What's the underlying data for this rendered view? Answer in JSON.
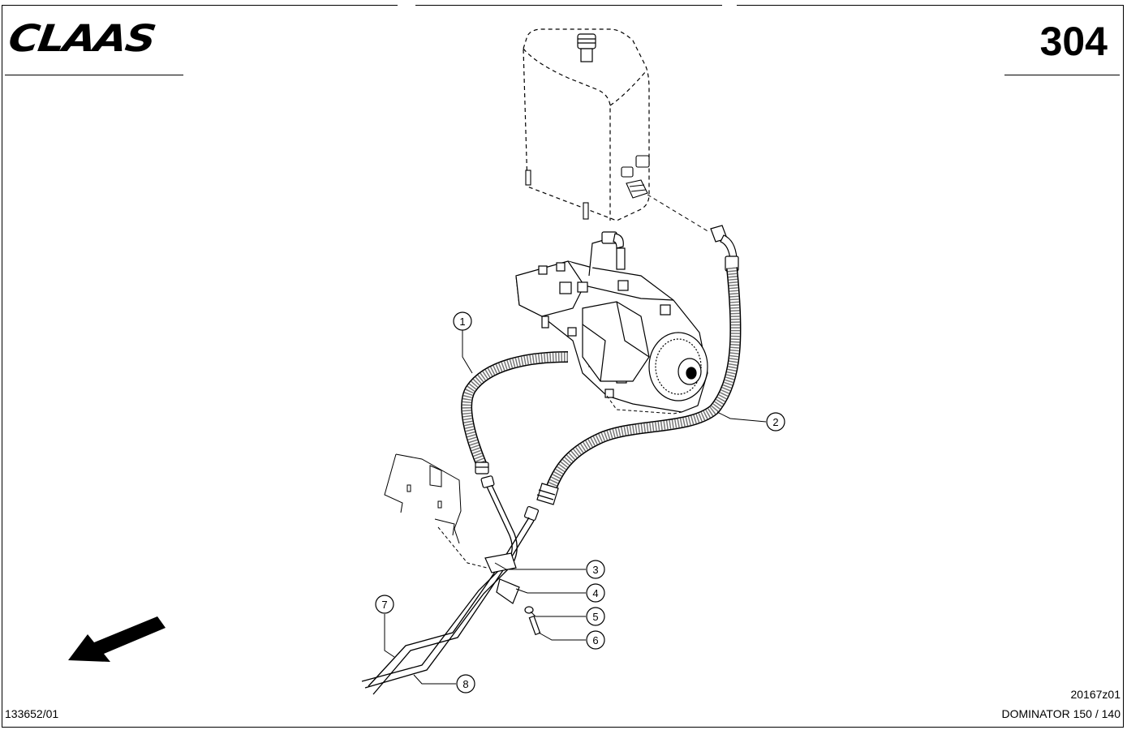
{
  "header": {
    "brand": "CLAAS",
    "page_number": "304"
  },
  "footer": {
    "doc_number": "133652/01",
    "drawing_id": "20167z01",
    "model": "DOMINATOR 150 / 140"
  },
  "callouts": [
    "1",
    "2",
    "3",
    "4",
    "5",
    "6",
    "7",
    "8"
  ],
  "icons": {
    "direction": "direction-arrow-icon",
    "brand": "claas-logo"
  }
}
